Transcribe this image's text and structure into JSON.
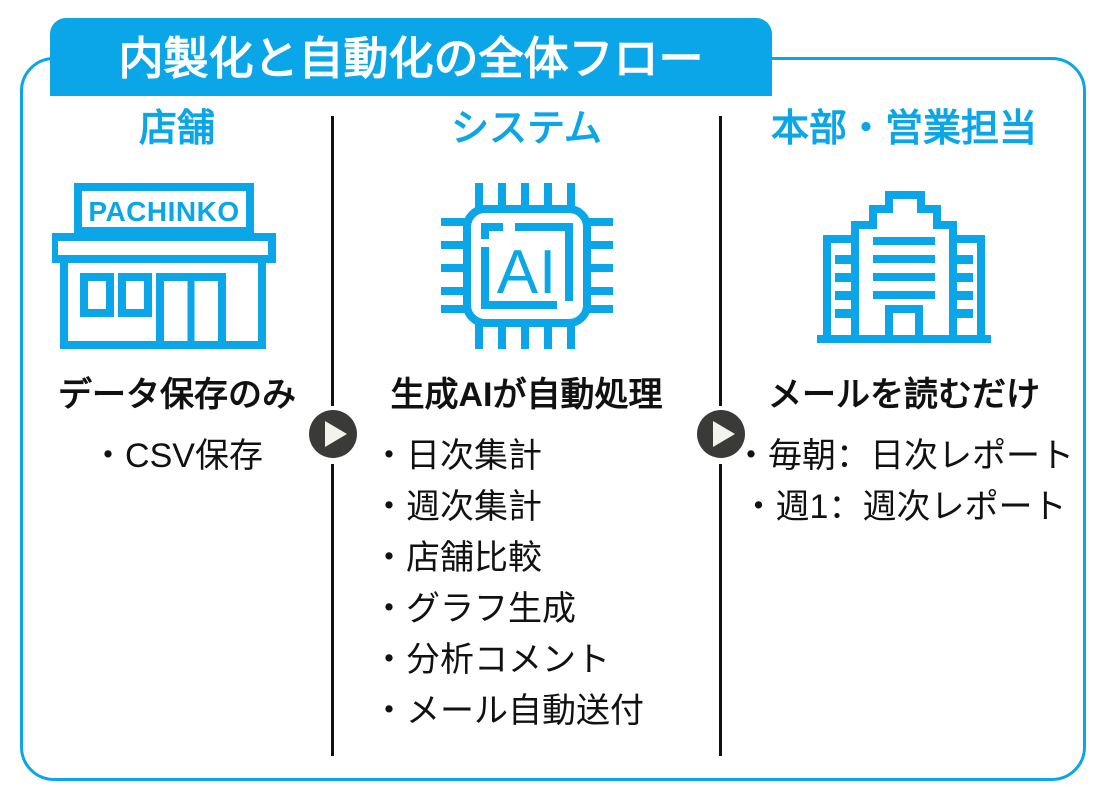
{
  "title": "内製化と自動化の全体フロー",
  "theme": {
    "accent": "#0aa6e8",
    "text": "#111111",
    "arrow_circle": "#3a3a38",
    "arrow_triangle": "#f4f2ec",
    "background": "#ffffff"
  },
  "columns": [
    {
      "id": "store",
      "heading": "店舗",
      "icon": "pachinko-store-icon",
      "icon_sign_text": "PACHINKO",
      "step_label": "データ保存のみ",
      "bullets": [
        "・CSV保存"
      ]
    },
    {
      "id": "system",
      "heading": "システム",
      "icon": "ai-chip-icon",
      "icon_chip_text": "AI",
      "step_label": "生成AIが自動処理",
      "bullets": [
        "・日次集計",
        "・週次集計",
        "・店舗比較",
        "・グラフ生成",
        "・分析コメント",
        "・メール自動送付"
      ]
    },
    {
      "id": "headquarters",
      "heading": "本部・営業担当",
      "icon": "office-building-icon",
      "step_label": "メールを読むだけ",
      "bullets": [
        "・毎朝：日次レポート",
        "・週1：週次レポート"
      ]
    }
  ],
  "arrows": [
    {
      "id": "arrow-store-to-system",
      "glyph": "play-triangle"
    },
    {
      "id": "arrow-system-to-hq",
      "glyph": "play-triangle"
    }
  ]
}
